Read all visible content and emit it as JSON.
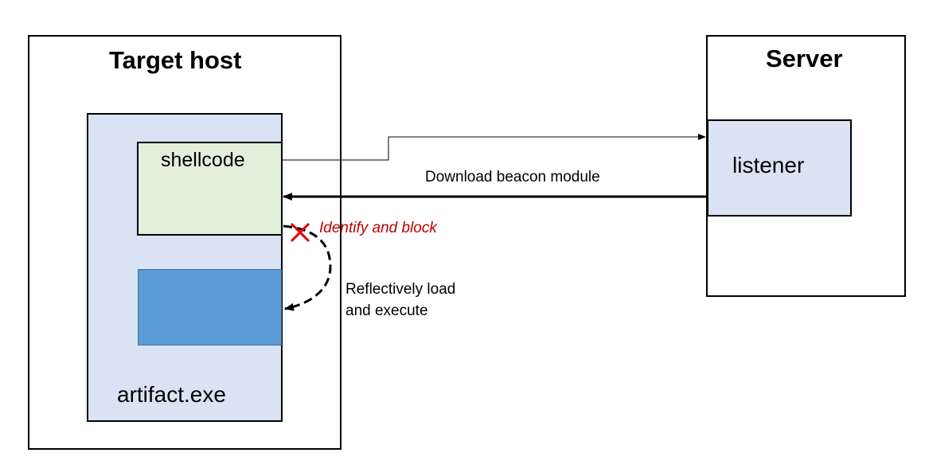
{
  "target_host": {
    "title": "Target host"
  },
  "server": {
    "title": "Server"
  },
  "artifact": {
    "label": "artifact.exe"
  },
  "shellcode": {
    "label": "shellcode"
  },
  "listener": {
    "label": "listener"
  },
  "download": {
    "label": "Download beacon module"
  },
  "block": {
    "label": "Identify and block"
  },
  "reflective": {
    "line1": "Reflectively load",
    "line2": "and execute"
  },
  "colors": {
    "artifact_fill": "#dae3f3",
    "shellcode_fill": "#e2efda",
    "module_fill": "#5b9bd5",
    "listener_fill": "#dae3f3",
    "block_red": "#e00000"
  }
}
